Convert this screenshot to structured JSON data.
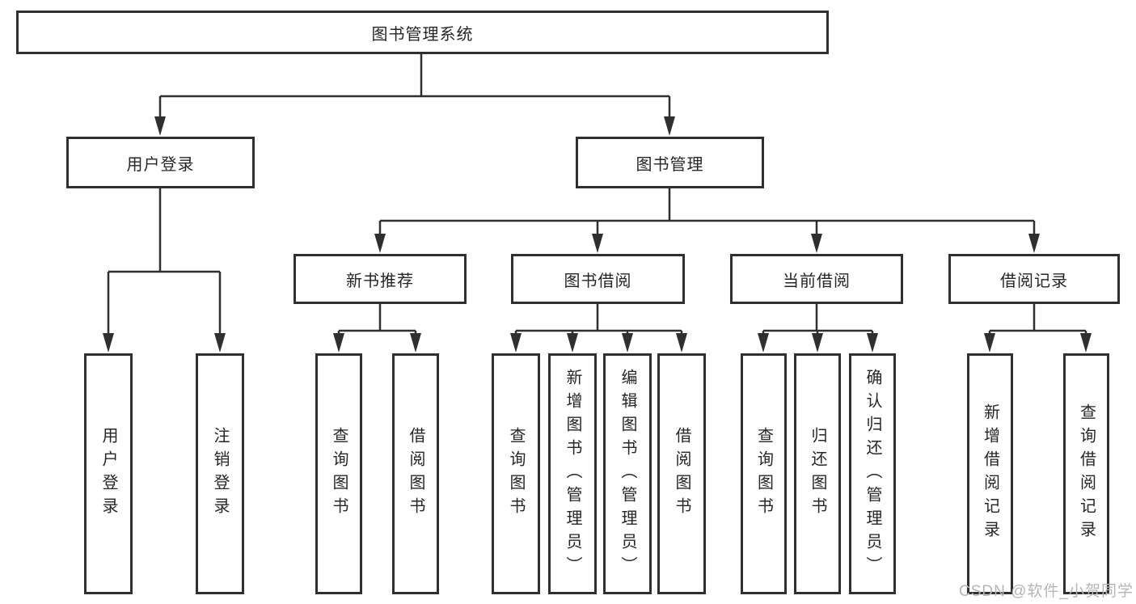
{
  "tree": {
    "label": "图书管理系统",
    "children": [
      {
        "label": "用户登录",
        "children": [
          {
            "label": "用户登录"
          },
          {
            "label": "注销登录"
          }
        ]
      },
      {
        "label": "图书管理",
        "children": [
          {
            "label": "新书推荐",
            "children": [
              {
                "label": "查询图书"
              },
              {
                "label": "借阅图书"
              }
            ]
          },
          {
            "label": "图书借阅",
            "children": [
              {
                "label": "查询图书"
              },
              {
                "label": "新增图书（管理员）"
              },
              {
                "label": "编辑图书（管理员）"
              },
              {
                "label": "借阅图书"
              }
            ]
          },
          {
            "label": "当前借阅",
            "children": [
              {
                "label": "查询图书"
              },
              {
                "label": "归还图书"
              },
              {
                "label": "确认归还（管理员）"
              }
            ]
          },
          {
            "label": "借阅记录",
            "children": [
              {
                "label": "新增借阅记录"
              },
              {
                "label": "查询借阅记录"
              }
            ]
          }
        ]
      }
    ]
  },
  "watermark": {
    "text": "CSDN @软件_小贺同学"
  },
  "colors": {
    "line": "#2f2f2f",
    "box_border": "#2f2f2f",
    "text": "#262626",
    "watermark": "#b5b5b5",
    "background": "#ffffff"
  }
}
